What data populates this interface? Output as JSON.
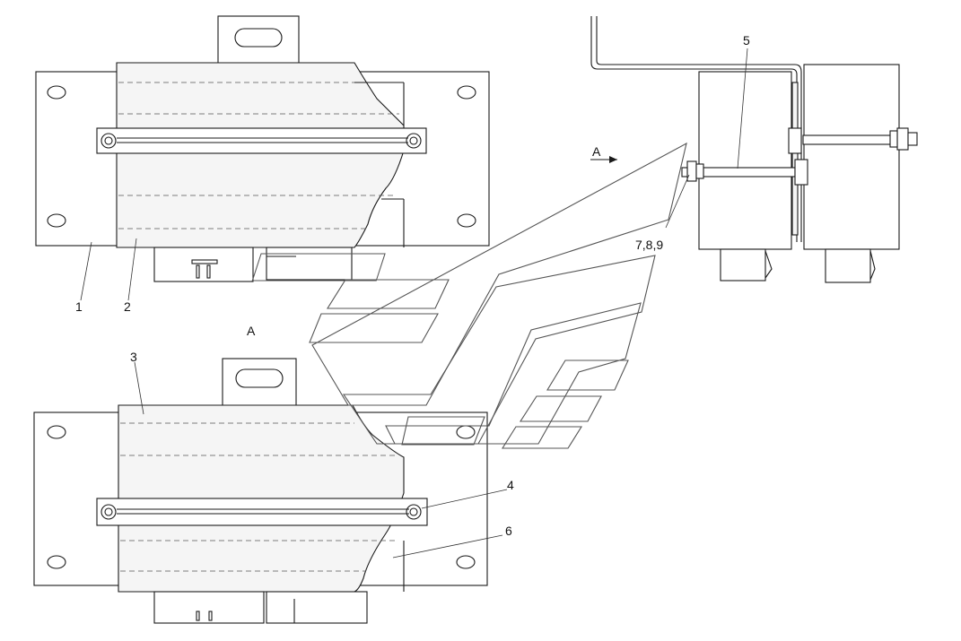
{
  "callouts": {
    "c1": "1",
    "c2": "2",
    "c3": "3",
    "c4": "4",
    "c5": "5",
    "c6": "6",
    "c789": "7,8,9"
  },
  "views": {
    "view_label": "A",
    "arrow_label": "A"
  },
  "colors": {
    "line": "#1a1a1a",
    "fill": "#f5f5f5",
    "background": "#ffffff"
  }
}
